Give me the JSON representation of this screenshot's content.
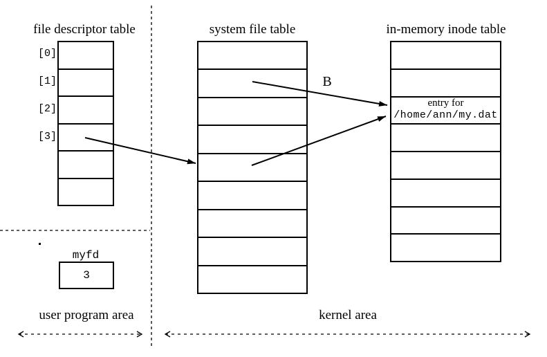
{
  "diagram": {
    "fd_table": {
      "title": "file descriptor table",
      "row_labels": [
        "[0]",
        "[1]",
        "[2]",
        "[3]"
      ],
      "row_count": 6
    },
    "system_file_table": {
      "title": "system file table",
      "row_count": 9
    },
    "inode_table": {
      "title": "in-memory inode table",
      "row_count": 8,
      "entry": {
        "line1": "entry for",
        "line2": "/home/ann/my.dat"
      }
    },
    "pointer_label": "B",
    "myfd_box": {
      "label": "myfd",
      "value": "3"
    },
    "area_labels": {
      "user": "user program area",
      "kernel": "kernel area"
    },
    "colors": {
      "line": "#000000",
      "background": "#ffffff"
    }
  }
}
